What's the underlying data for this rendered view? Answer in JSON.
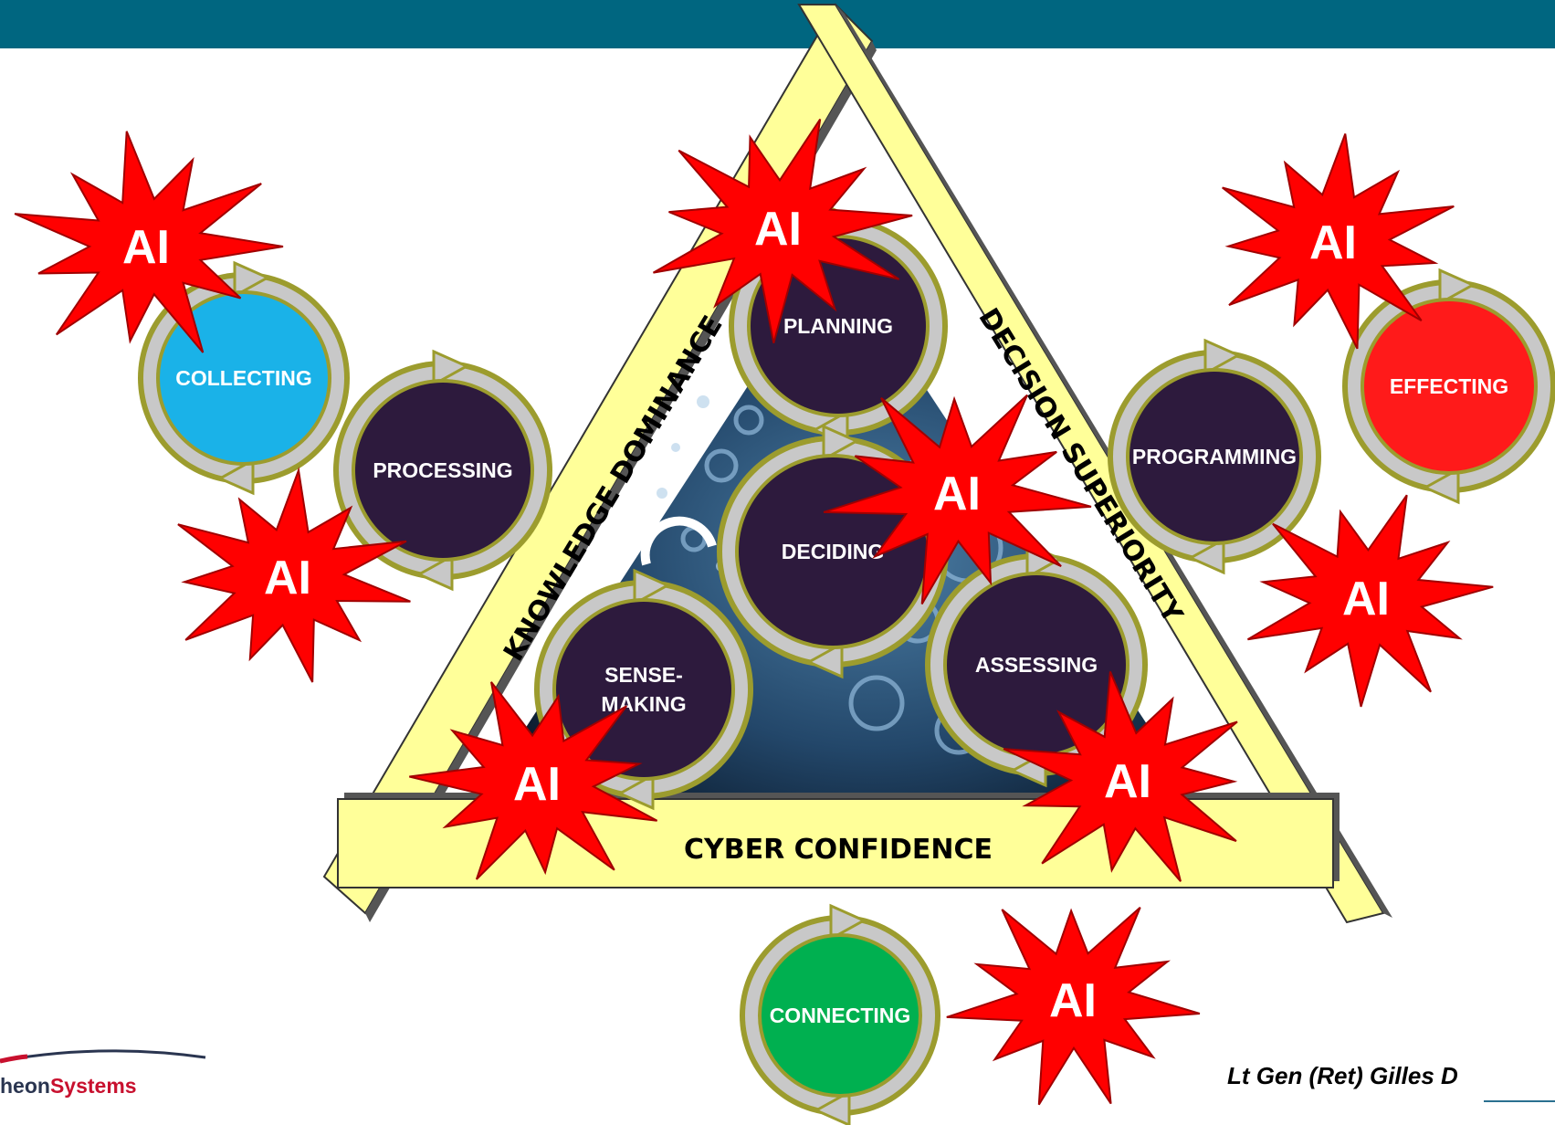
{
  "bands": {
    "left": "KNOWLEDGE DOMINANCE",
    "right": "DECISION SUPERIORITY",
    "bottom": "CYBER CONFIDENCE"
  },
  "circles": {
    "collecting": "COLLECTING",
    "processing": "PROCESSING",
    "planning": "PLANNING",
    "deciding": "DECIDING",
    "sensemaking_line1": "SENSE-",
    "sensemaking_line2": "MAKING",
    "assessing": "ASSESSING",
    "programming": "PROGRAMMING",
    "effecting": "EFFECTING",
    "connecting": "CONNECTING"
  },
  "ai_label": "AI",
  "footer": {
    "author": "Lt Gen (Ret) Gilles D",
    "logo_part1": "heon",
    "logo_part2": "Systems"
  },
  "colors": {
    "header_bar": "#006680",
    "band_fill": "#ffff99",
    "circle_dark": "#2d1a3d",
    "circle_collecting": "#1ab2e8",
    "circle_effecting": "#ff1a1a",
    "circle_connecting": "#00b050",
    "ring_gold": "#9c9c2e",
    "ring_gray": "#c8c8c8",
    "starburst_red": "#ff0000"
  }
}
